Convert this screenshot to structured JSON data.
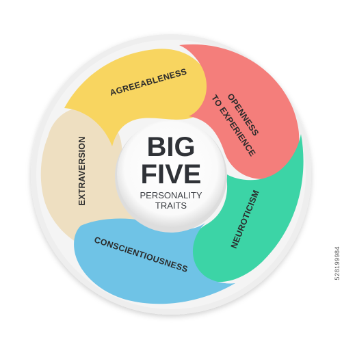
{
  "center": {
    "title_line1": "BIG",
    "title_line2": "FIVE",
    "subtitle_line1": "PERSONALITY",
    "subtitle_line2": "TRAITS"
  },
  "traits": [
    {
      "label": "AGREEABLENESS",
      "color": "#F8D560"
    },
    {
      "label_line1": "OPENNESS",
      "label_line2": "TO EXPERIENCE",
      "color": "#F47E7B"
    },
    {
      "label": "NEUROTICISM",
      "color": "#3CD4A6"
    },
    {
      "label": "CONSCIENTIOUSNESS",
      "color": "#6FC3E6"
    },
    {
      "label": "EXTRAVERSION",
      "color": "#EEDFC1"
    }
  ],
  "colors": {
    "ring_shadow": "#E6E6E6",
    "center_fill": "#FFFFFF",
    "center_shadow": "#D9D9D9"
  },
  "stock_id": "528199984"
}
